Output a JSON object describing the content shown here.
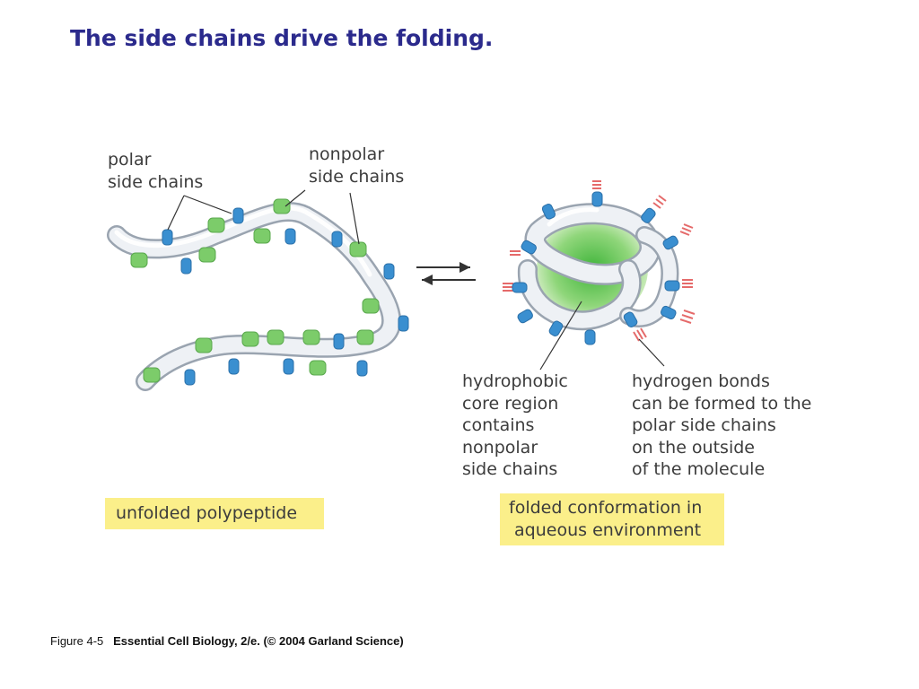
{
  "title": "The side chains drive the folding.",
  "labels": {
    "polar": "polar\nside chains",
    "nonpolar": "nonpolar\nside chains",
    "hydrophobic": "hydrophobic\ncore region\ncontains\nnonpolar\nside chains",
    "hbonds": "hydrogen bonds\ncan be formed to the\npolar side chains\non the outside\nof the molecule"
  },
  "captions": {
    "unfolded": "unfolded polypeptide",
    "folded": "folded conformation in\n aqueous environment"
  },
  "footer": {
    "figure": "Figure 4-5",
    "source": "Essential Cell Biology, 2/e. (© 2004 Garland Science)"
  },
  "colors": {
    "title": "#2b2a8c",
    "polar_side_chain": "#3a8fd0",
    "nonpolar_side_chain": "#7ccc6a",
    "hydrogen_bond": "#e56a6a",
    "caption_highlight": "#fbef8a"
  },
  "icons": {
    "equilibrium": "equilibrium-arrows-icon"
  }
}
